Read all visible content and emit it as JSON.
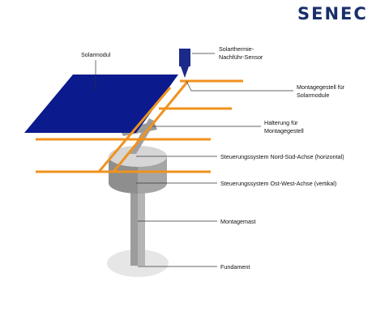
{
  "brand": {
    "name": "SENEC",
    "color": "#1a2f6b"
  },
  "colors": {
    "panel": "#0b1a8c",
    "frame": "#f0921e",
    "sensor": "#1b2a8a",
    "metal_light": "#cfcfcf",
    "metal_mid": "#a9a9a9",
    "metal_dark": "#8e8e8e",
    "ground": "#e6e6e6",
    "leader": "#333333",
    "text": "#111111"
  },
  "labels": {
    "solarmodul": "Solarmodul",
    "sensor_line1": "Solarthermie-",
    "sensor_line2": "Nachführ-Sensor",
    "montagegestell_line1": "Montagegestell für",
    "montagegestell_line2": "Solarmodule",
    "halterung_line1": "Halterung für",
    "halterung_line2": "Montagegestell",
    "nord_sued": "Steuerungssystem Nord-Süd-Achse (horizontal)",
    "ost_west": "Steuerungssystem Ost-West-Achse (vertikal)",
    "montagemast": "Montagemast",
    "fundament": "Fundament"
  }
}
